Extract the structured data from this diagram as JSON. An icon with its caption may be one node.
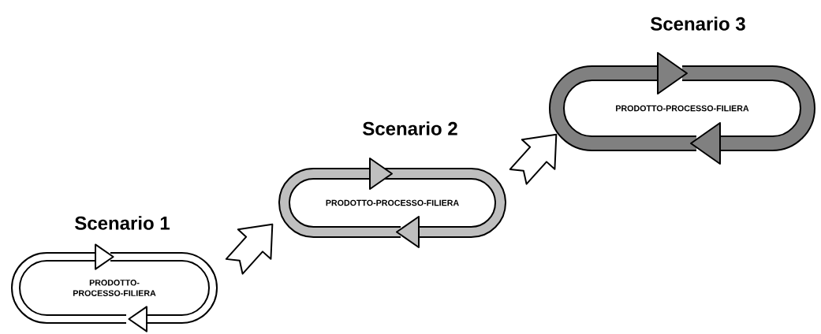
{
  "diagram": {
    "nodes": [
      {
        "text": [
          "Scenario 1",
          "PRODOTTO-PROCESSO-FILIERA"
        ]
      },
      {
        "text": [
          "Scenario 2",
          "PRODOTTO-PROCESSO-FILIERA"
        ]
      },
      {
        "text": [
          "Scenario 3",
          "PRODOTTO-PROCESSO-FILIERA"
        ]
      }
    ],
    "edges": [
      {
        "from": 0,
        "to": 1,
        "arrow": "to"
      },
      {
        "from": 1,
        "to": 2,
        "arrow": "to"
      }
    ]
  }
}
